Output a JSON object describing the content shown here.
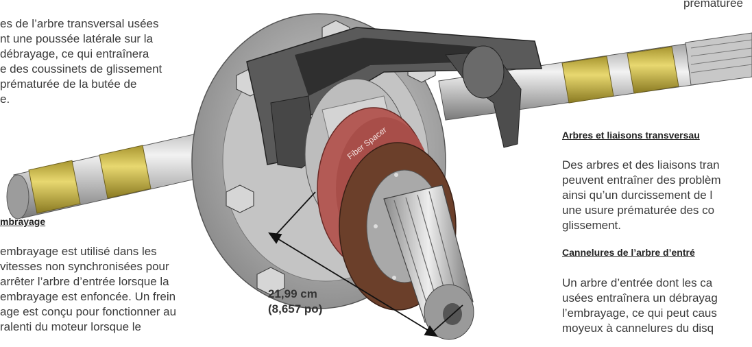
{
  "top_right_fragment": "prématurée",
  "left_column": {
    "para1_lines": [
      "es de l’arbre transversal usées",
      "nt une poussée latérale sur la",
      "débrayage, ce qui entraînera",
      "e des coussinets de glissement",
      "prématurée de la butée de",
      "e."
    ],
    "heading2": "mbrayage",
    "para2_lines": [
      "embrayage est utilisé dans les",
      "vitesses non synchronisées pour",
      "arrêter l’arbre d’entrée lorsque la",
      "embrayage est enfoncée. Un frein",
      "age est conçu pour fonctionner au",
      "ralenti du moteur lorsque le"
    ]
  },
  "right_column": {
    "heading1": "Arbres et liaisons transversau",
    "para1_lines": [
      "Des arbres et des liaisons tran",
      "peuvent entraîner des problèm",
      "ainsi qu’un durcissement de l",
      "une usure prématurée des co",
      "glissement."
    ],
    "heading2": "Cannelures de l’arbre d’entré",
    "para2_lines": [
      "Un arbre d’entrée dont les ca",
      "usées entraînera un débrayag",
      "l’embrayage, ce qui peut caus",
      "moyeux à cannelures du disq"
    ]
  },
  "measurement": {
    "metric": "21,99 cm",
    "imperial": "(8,657 po)"
  },
  "spacer_label": "Fiber Spacer",
  "colors": {
    "spacer": "#b35a55",
    "bronze_disc": "#6b3f2a",
    "yellow_bushing": "#c9b94a",
    "steel": "#b8b8b8",
    "dark_part": "#4a4a4a"
  }
}
